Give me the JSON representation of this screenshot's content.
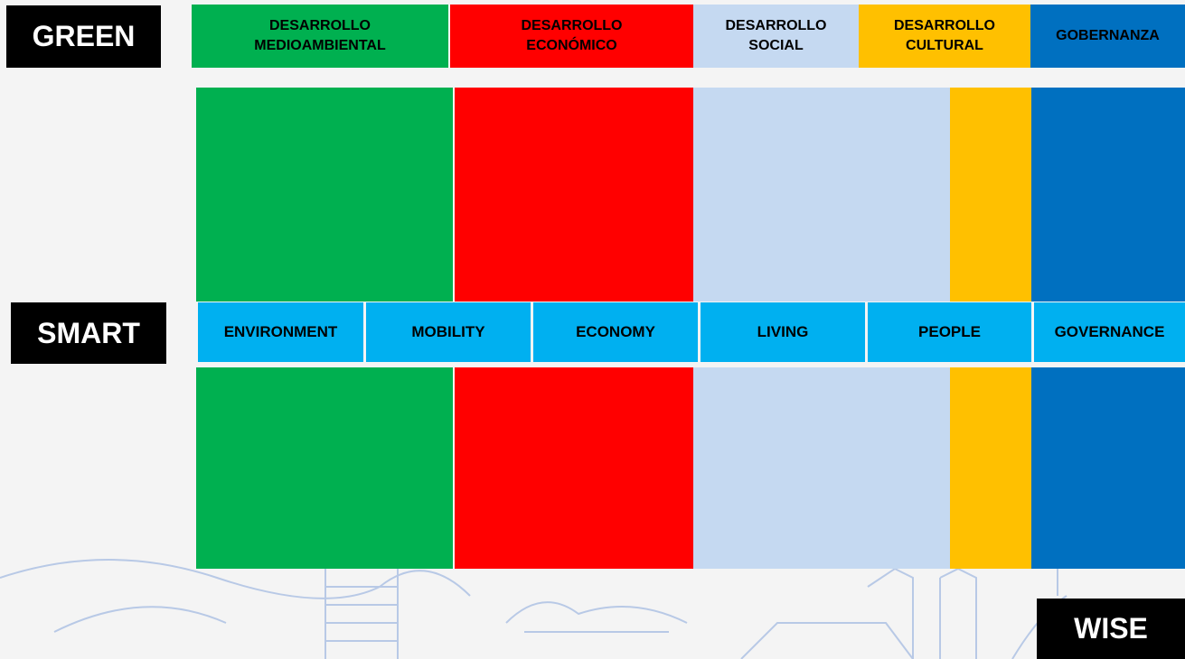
{
  "labels": {
    "green": "GREEN",
    "smart": "SMART",
    "wise": "WISE"
  },
  "green_headers": [
    {
      "line1": "DESARROLLO",
      "line2": "MEDIOAMBIENTAL",
      "color": "#00b050",
      "text_color": "#000000"
    },
    {
      "line1": "DESARROLLO",
      "line2": "ECONÓMICO",
      "color": "#ff0000",
      "text_color": "#000000"
    },
    {
      "line1": "DESARROLLO",
      "line2": "SOCIAL",
      "color": "#c5d9f1",
      "text_color": "#000000"
    },
    {
      "line1": "DESARROLLO",
      "line2": "CULTURAL",
      "color": "#ffc000",
      "text_color": "#000000"
    },
    {
      "line1": "GOBERNANZA",
      "line2": "",
      "color": "#0070c0",
      "text_color": "#000000"
    }
  ],
  "smart_dimensions": [
    "ENVIRONMENT",
    "MOBILITY",
    "ECONOMY",
    "LIVING",
    "PEOPLE",
    "GOVERNANCE"
  ],
  "colors": {
    "environment_green": "#00b050",
    "economic_red": "#ff0000",
    "social_lightblue": "#c5d9f1",
    "cultural_yellow": "#ffc000",
    "governance_blue": "#0070c0",
    "smart_cyan": "#00b0f0",
    "label_black": "#000000"
  }
}
